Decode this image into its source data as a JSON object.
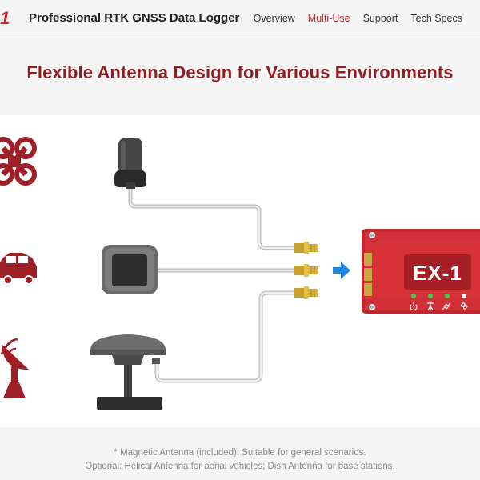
{
  "nav": {
    "logo_text": "1",
    "title": "Professional RTK GNSS Data Logger",
    "links": [
      {
        "label": "Overview",
        "active": false
      },
      {
        "label": "Multi-Use",
        "active": true
      },
      {
        "label": "Support",
        "active": false
      },
      {
        "label": "Tech Specs",
        "active": false
      }
    ]
  },
  "hero": {
    "title": "Flexible Antenna Design for Various Environments"
  },
  "diagram": {
    "device_label": "EX-1",
    "icons": {
      "scenario_icons": [
        "drone-icon",
        "car-icon",
        "satellite-dish-icon"
      ],
      "antennas": [
        "helical-antenna",
        "magnetic-antenna",
        "dish-antenna"
      ],
      "device_indicators": [
        "power-icon",
        "antenna-icon",
        "satellite-icon",
        "link-icon"
      ]
    },
    "colors": {
      "brand_red": "#d0232a",
      "dark_red": "#8f1d22",
      "arrow_blue": "#1e88e5",
      "cable": "#d9d9d9",
      "connector_gold": "#d8b13a",
      "led_green": "#3ecf4a"
    }
  },
  "footer": {
    "note1": "* Magnetic Antenna (included): Suitable for general scenarios.",
    "note2": "Optional: Helical Antenna for aerial vehicles; Dish Antenna for base stations."
  }
}
